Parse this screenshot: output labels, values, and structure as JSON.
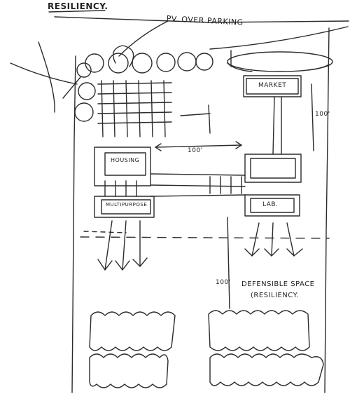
{
  "title": "RESILIENCY.",
  "labels": {
    "pv_over_parking": "PV. OVER PARKING",
    "market": "MARKET",
    "housing": "HOUSING",
    "multipurpose": "MULTIPURPOSE",
    "lab": "LAB.",
    "dim_top": "100'",
    "dim_right": "100'",
    "dim_bottom": "100'",
    "defensible_space": "DEFENSIBLE SPACE",
    "resiliency_note": "(RESILIENCY."
  },
  "colors": {
    "ink": "#2b2b2b",
    "paper": "#ffffff"
  }
}
